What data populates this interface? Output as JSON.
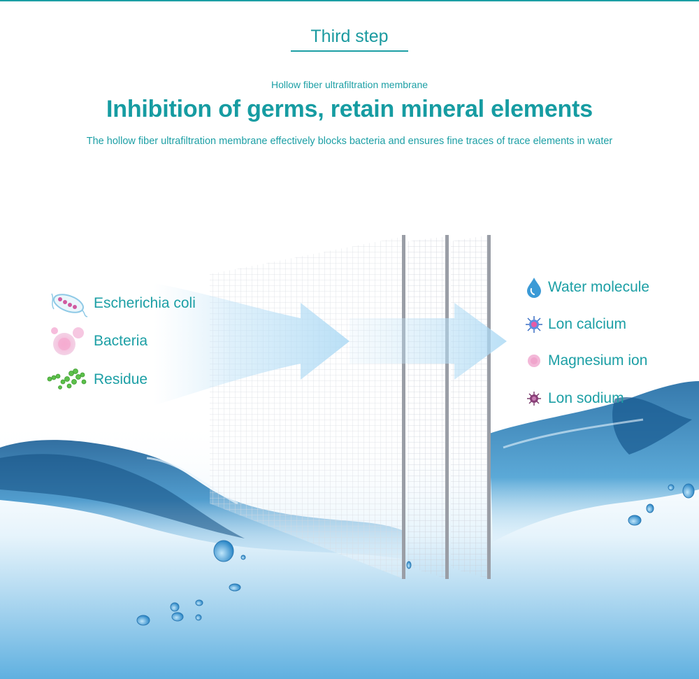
{
  "header": {
    "step_label": "Third step",
    "subtitle": "Hollow fiber ultrafiltration membrane",
    "headline": "Inhibition of germs, retain mineral elements",
    "description": "The hollow fiber ultrafiltration membrane effectively blocks bacteria and ensures fine traces of trace elements in water"
  },
  "blocked": [
    {
      "label": "Escherichia coli",
      "icon": "escherichia-coli-icon"
    },
    {
      "label": "Bacteria",
      "icon": "bacteria-icon"
    },
    {
      "label": "Residue",
      "icon": "residue-icon"
    }
  ],
  "retained": [
    {
      "label": "Water molecule",
      "icon": "water-drop-icon"
    },
    {
      "label": "Lon calcium",
      "icon": "calcium-ion-icon"
    },
    {
      "label": "Magnesium ion",
      "icon": "magnesium-ion-icon"
    },
    {
      "label": "Lon sodium",
      "icon": "sodium-ion-icon"
    }
  ],
  "colors": {
    "accent": "#1c9fa5",
    "water": "#2f7fb8",
    "membrane_bar": "#9a9ea6"
  }
}
